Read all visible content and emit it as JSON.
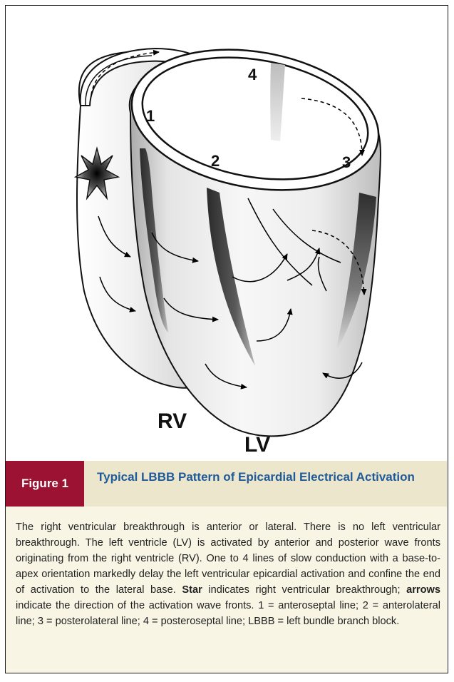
{
  "figure": {
    "label": "Figure 1",
    "title": "Typical LBBB Pattern of Epicardial Electrical Activation"
  },
  "diagram": {
    "labels": {
      "line1": "1",
      "line2": "2",
      "line3": "3",
      "line4": "4",
      "rv": "RV",
      "lv": "LV"
    }
  },
  "caption": {
    "part1": "The right ventricular breakthrough is anterior or lateral. There is no left ventricular breakthrough. The left ventricle (LV) is activated by anterior and posterior wave fronts originating from the right ventricle (RV). One to 4 lines of slow conduction with a base-to-apex orientation markedly delay the left ventricular epicardial activation and confine the end of activation to the lateral base. ",
    "star_term": "Star",
    "part2": " indicates right ventricular breakthrough; ",
    "arrows_term": "arrows",
    "part3": " indicate the direction of the activation wave fronts. 1 = anteroseptal line; 2 = anterolateral line; 3 = posterolateral line; 4 = posteroseptal line; LBBB = left bundle branch block."
  }
}
